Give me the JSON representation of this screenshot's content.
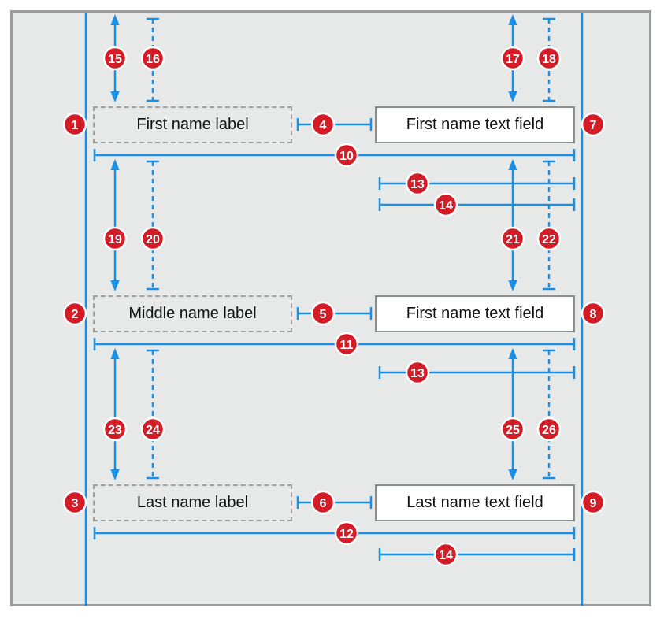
{
  "colors": {
    "frame_border": "#9b9b9b",
    "background": "#e7e8e8",
    "line": "#1a8fe6",
    "badge": "#d41c27",
    "label_border": "#a0a0a0",
    "field_border": "#8c8c8c"
  },
  "rows": [
    {
      "label": "First name label",
      "field": "First name text field"
    },
    {
      "label": "Middle name label",
      "field": "First name text field"
    },
    {
      "label": "Last name label",
      "field": "Last name text field"
    }
  ],
  "badges": [
    "1",
    "2",
    "3",
    "4",
    "5",
    "6",
    "7",
    "8",
    "9",
    "10",
    "11",
    "12",
    "13",
    "13",
    "14",
    "14",
    "14",
    "15",
    "16",
    "17",
    "18",
    "19",
    "20",
    "21",
    "22",
    "23",
    "24",
    "25",
    "26"
  ]
}
